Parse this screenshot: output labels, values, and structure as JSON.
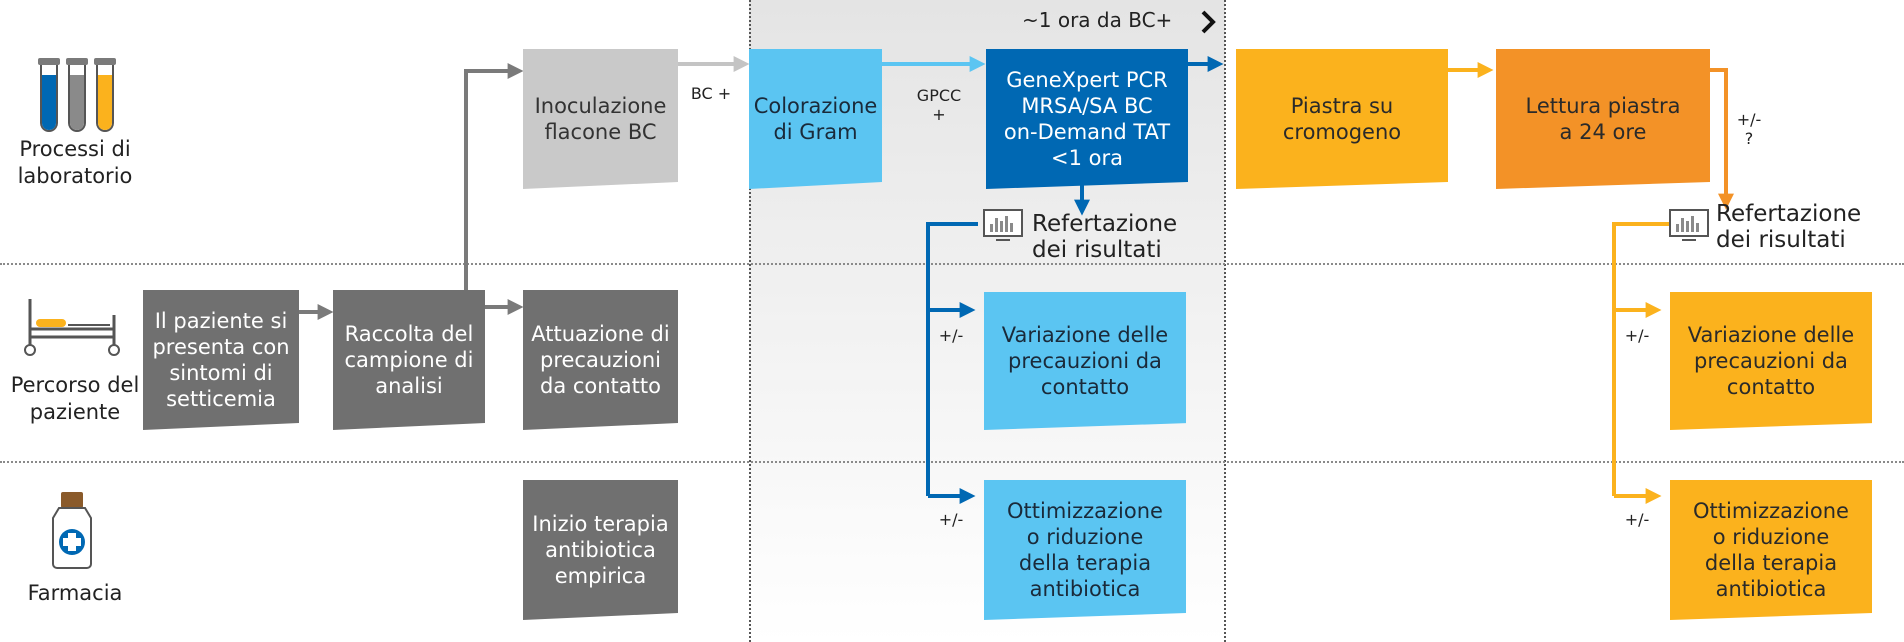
{
  "timing": {
    "label": "~1 ora da BC+"
  },
  "lanes": {
    "lab": "Processi di\nlaboratorio",
    "patient": "Percorso del\npaziente",
    "pharmacy": "Farmacia"
  },
  "boxes": {
    "patient_symptoms": "Il paziente si\npresenta con\nsintomi di\nsetticemia",
    "sample_collection": "Raccolta del\ncampione di\nanalisi",
    "inoculation": "Inoculazione\nflacone BC",
    "contact_precautions": "Attuazione di\nprecauzioni\nda contatto",
    "empiric_therapy": "Inizio terapia\nantibiotica\nempirica",
    "gram_stain": "Colorazione\ndi Gram",
    "genexpert": "GeneXpert PCR\nMRSA/SA BC\non-Demand TAT\n<1 ora",
    "variation_blue": "Variazione delle\nprecauzioni da\ncontatto",
    "optimization_blue": "Ottimizzazione\no riduzione\ndella terapia\nantibiotica",
    "chromogen_plate": "Piastra su\ncromogeno",
    "plate_reading": "Lettura piastra\na 24 ore",
    "variation_orange": "Variazione delle\nprecauzioni da\ncontatto",
    "optimization_orange": "Ottimizzazione\no riduzione\ndella terapia\nantibiotica"
  },
  "labels": {
    "bc_plus": "BC +",
    "gpcc": "GPCC\n+",
    "pm1": "+/-",
    "pm2": "+/-",
    "pm3": "+/-",
    "pm4": "+/-",
    "pm_q": "+/-\n?",
    "report_blue": "Refertazione\ndei risultati",
    "report_orange": "Refertazione\ndei risultati"
  },
  "colors": {
    "grey_dark": "#707070",
    "grey_light": "#c9c9c9",
    "blue_light": "#5bc5f2",
    "blue_dark": "#0068b3",
    "orange_light": "#fbb21d",
    "orange_dark": "#f39227"
  }
}
